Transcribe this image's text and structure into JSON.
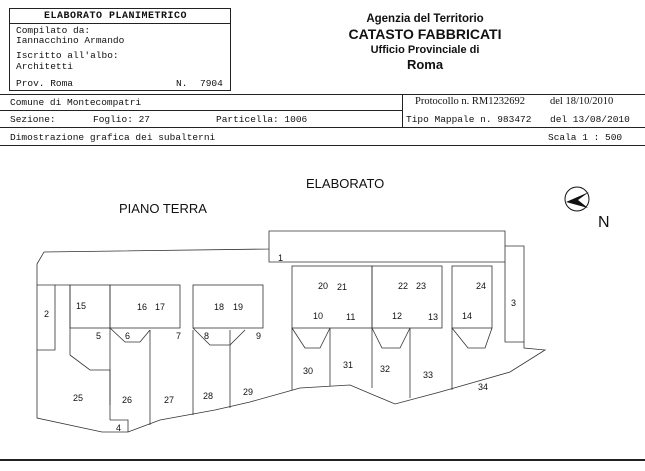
{
  "header": {
    "title": "ELABORATO PLANIMETRICO",
    "compiled_label": "Compilato da:",
    "compiled_name": "Iannacchino Armando",
    "registered_label": "Iscritto all'albo:",
    "registered_value": "Architetti",
    "province": "Prov. Roma",
    "number_label": "N.",
    "number_value": "7904"
  },
  "agency": {
    "line1": "Agenzia del Territorio",
    "line2": "CATASTO FABBRICATI",
    "line3": "Ufficio Provinciale di",
    "line4": "Roma"
  },
  "info": {
    "comune": "Comune di Montecompatri",
    "sezione": "Sezione:",
    "foglio": "Foglio: 27",
    "particella": "Particella: 1006",
    "protocollo": "Protocollo n. RM1232692",
    "protocollo_date": "del 18/10/2010",
    "tipo_mappale": "Tipo Mappale n. 983472",
    "tipo_date": "del 13/08/2010",
    "description": "Dimostrazione grafica dei subalterni",
    "scale": "Scala 1 : 500"
  },
  "plan": {
    "elaborato": "ELABORATO",
    "floor": "PIANO TERRA",
    "north": "N",
    "units": [
      {
        "n": "1"
      },
      {
        "n": "2"
      },
      {
        "n": "3"
      },
      {
        "n": "4"
      },
      {
        "n": "5"
      },
      {
        "n": "6"
      },
      {
        "n": "7"
      },
      {
        "n": "8"
      },
      {
        "n": "9"
      },
      {
        "n": "10"
      },
      {
        "n": "11"
      },
      {
        "n": "12"
      },
      {
        "n": "13"
      },
      {
        "n": "14"
      },
      {
        "n": "15"
      },
      {
        "n": "16"
      },
      {
        "n": "17"
      },
      {
        "n": "18"
      },
      {
        "n": "19"
      },
      {
        "n": "20"
      },
      {
        "n": "21"
      },
      {
        "n": "22"
      },
      {
        "n": "23"
      },
      {
        "n": "24"
      },
      {
        "n": "25"
      },
      {
        "n": "26"
      },
      {
        "n": "27"
      },
      {
        "n": "28"
      },
      {
        "n": "29"
      },
      {
        "n": "30"
      },
      {
        "n": "31"
      },
      {
        "n": "32"
      },
      {
        "n": "33"
      },
      {
        "n": "34"
      }
    ]
  }
}
